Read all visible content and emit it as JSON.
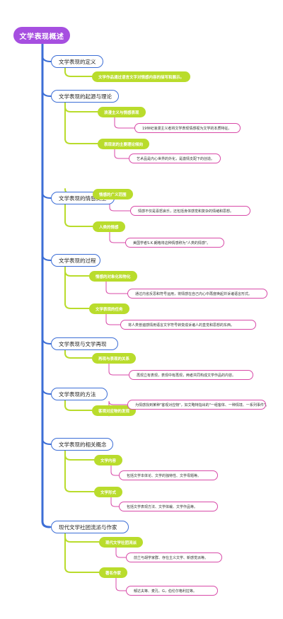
{
  "root": "文学表现概述",
  "sections": [
    {
      "title": "文学表现的定义",
      "children": [
        {
          "label": "文学作品通过语言文字对情感内容的描写和展示。",
          "note": ""
        }
      ]
    },
    {
      "title": "文学表现的起源与理论",
      "children": [
        {
          "label": "浪漫主义与情感表现",
          "note": "19世纪浪漫主义者将文学表现情感视为文学的本质特征。"
        },
        {
          "label": "表现说的主要理论倾向",
          "note": "艺术品是内心世界的外化，是激情支配下的创造。"
        }
      ]
    },
    {
      "title": "文学表现的情感类型",
      "children": [
        {
          "label": "情感的广义范围",
          "note": "情感不仅是喜怒哀乐，还包括身体感觉和复杂的情绪和思想。"
        },
        {
          "label": "人类的情感",
          "note": "美国学者S.K.朗格将这种情感称为\"人类的情感\"。"
        }
      ]
    },
    {
      "title": "文学表现的过程",
      "children": [
        {
          "label": "情感的对象化和物化",
          "note": "通过内省反思和符号运用，将情感在自己内心中再度唤起并诉诸语言形式。"
        },
        {
          "label": "文学表现的任务",
          "note": "将人类普遍感情用语言文字符号转变成诉诸人的直觉和思想的东西。"
        }
      ]
    },
    {
      "title": "文学表现与文学再现",
      "children": [
        {
          "label": "再现与表现的关系",
          "note": "再现立有表现，表现中有再现，两者共同构成文学作品的内容。"
        }
      ]
    },
    {
      "title": "文学表现的方法",
      "children": [
        {
          "label": "客观对应物的发现",
          "note": "为情感找到某种\"客观对应物\"，如艾略特指出的\"一组客体、一种情境、一系列事件\"。"
        }
      ]
    },
    {
      "title": "文学表现的相关概念",
      "children": [
        {
          "label": "文学内容",
          "note": "包括文学本体论、文学的独特性、文学母题等。"
        },
        {
          "label": "文学形式",
          "note": "包括文学表现方法、文学体裁、文学作品等。"
        }
      ]
    },
    {
      "title": "现代文学社团流派与作家",
      "children": [
        {
          "label": "现代文学社团流派",
          "note": "前兰与胡学家群、存在主义文学、新感觉派等。"
        },
        {
          "label": "著名作家",
          "note": "郁达夫等、麦孔、G，伯伦尔格利拉等。"
        }
      ]
    }
  ]
}
